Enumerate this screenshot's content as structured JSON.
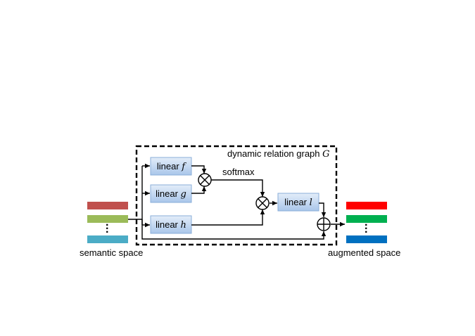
{
  "title": {
    "text": "dynamic relation graph ",
    "symbol": "G"
  },
  "nodes": {
    "linear_f": {
      "text": "linear ",
      "symbol": "f"
    },
    "linear_g": {
      "text": "linear ",
      "symbol": "g"
    },
    "linear_h": {
      "text": "linear ",
      "symbol": "h"
    },
    "linear_l": {
      "text": "linear ",
      "symbol": "l"
    }
  },
  "edge_labels": {
    "softmax": "softmax"
  },
  "inputs": {
    "label": "semantic space",
    "bar_colors": [
      "#c0504d",
      "#9bbb59",
      "#4bacc6"
    ]
  },
  "outputs": {
    "label": "augmented space",
    "bar_colors": [
      "#ff0000",
      "#00b050",
      "#0070c0"
    ]
  },
  "colors": {
    "box_fill_top": "#e3edf9",
    "box_fill_bottom": "#a9c6ea",
    "box_stroke": "#8aaed8"
  },
  "icons": [
    "multiply-icon",
    "add-icon",
    "vertical-ellipsis-icon"
  ]
}
